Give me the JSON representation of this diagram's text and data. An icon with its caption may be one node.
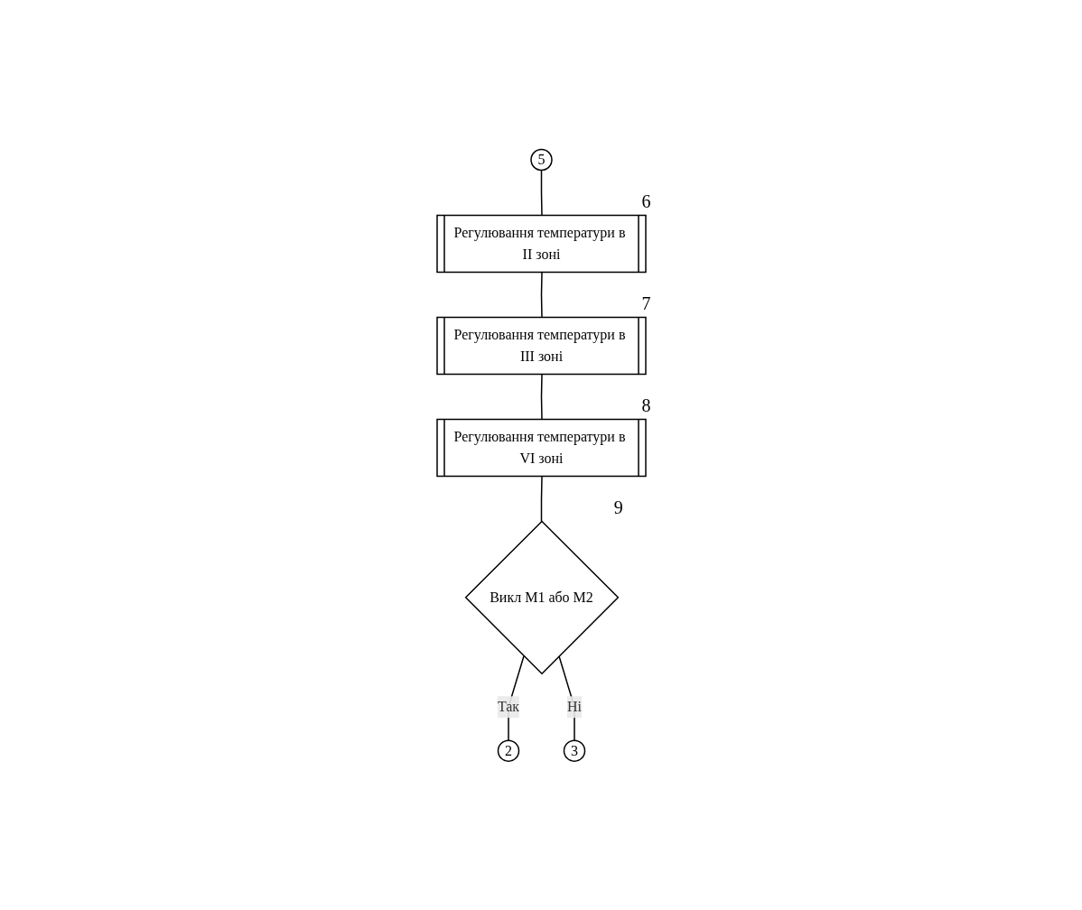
{
  "diagram": {
    "nodes": [
      {
        "text": [
          "2"
        ]
      },
      {
        "text": [
          "5"
        ]
      },
      {
        "text": [
          "3"
        ]
      },
      {
        "text": [
          "Регулювання температури в II зоні"
        ],
        "beside": [
          "6"
        ]
      },
      {
        "text": [
          "Регулювання температури в III зоні"
        ],
        "beside": [
          "7"
        ]
      },
      {
        "text": [
          "Регулювання температури в VI зоні"
        ],
        "beside": [
          "8"
        ]
      },
      {
        "text": [
          "Викл М1 або М2"
        ],
        "beside": [
          "9"
        ]
      }
    ],
    "edges": [
      {
        "from": 1,
        "to": 3,
        "arrow": "none"
      },
      {
        "from": 3,
        "to": 4,
        "arrow": "none"
      },
      {
        "from": 4,
        "to": 5,
        "arrow": "none"
      },
      {
        "from": 5,
        "to": 6,
        "arrow": "none"
      },
      {
        "from": 6,
        "to": 0,
        "label": "Так",
        "arrow": "none"
      },
      {
        "from": 6,
        "to": 2,
        "label": "Ні",
        "arrow": "none"
      }
    ]
  }
}
